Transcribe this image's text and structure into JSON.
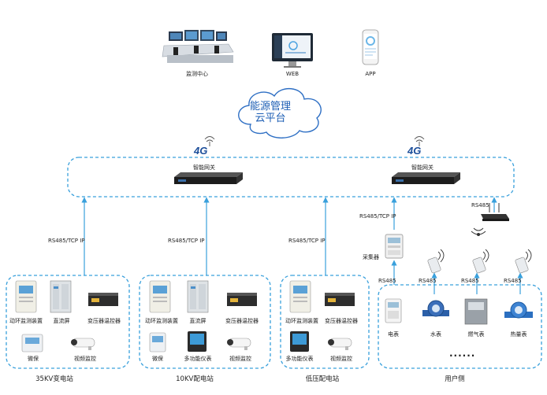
{
  "top": {
    "monitor_center": "监测中心",
    "web": "WEB",
    "app": "APP"
  },
  "cloud": {
    "line1": "能源管理",
    "line2": "云平台"
  },
  "network": {
    "badge": "4G",
    "gateway_label": "智能网关"
  },
  "links": {
    "rs485_tcp": "RS485/TCP IP",
    "rs485": "RS485"
  },
  "collector": "采集器",
  "stations": {
    "s35kv": {
      "name": "35KV变电站",
      "items": [
        "动环监测装置",
        "直流屏",
        "变压器温控器",
        "微保",
        "视频监控"
      ]
    },
    "s10kv": {
      "name": "10KV配电站",
      "items": [
        "动环监测装置",
        "直流屏",
        "变压器温控器",
        "微保",
        "多功能仪表",
        "视频监控"
      ]
    },
    "lowv": {
      "name": "低压配电站",
      "items": [
        "动环监测装置",
        "变压器温控器",
        "多功能仪表",
        "视频监控"
      ]
    },
    "user": {
      "name": "用户侧",
      "items": [
        "电表",
        "水表",
        "燃气表",
        "热量表"
      ],
      "ellipsis": "......"
    }
  },
  "colors": {
    "accent": "#39a0dc",
    "cloud_text": "#1e5fb5",
    "arrow": "#39a0dc"
  }
}
